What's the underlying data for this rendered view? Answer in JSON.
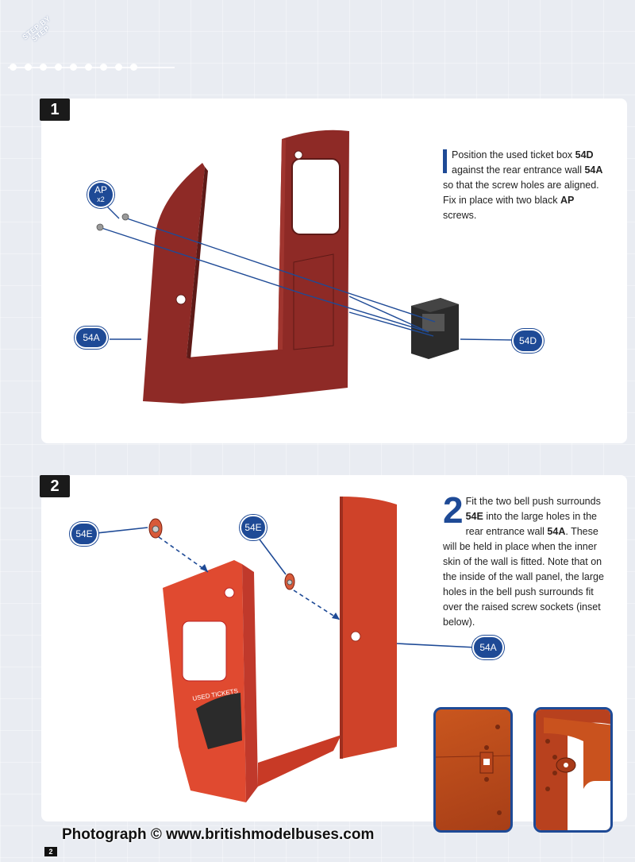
{
  "corner_badge": {
    "line1": "STEP BY",
    "line2": "STEP"
  },
  "step1": {
    "number": "1",
    "text_parts": {
      "p1": "Position the used ticket box ",
      "b1": "54D",
      "p2": " against the rear entrance wall ",
      "b2": "54A",
      "p3": " so that the screw holes are aligned. Fix in place with two black ",
      "b3": "AP",
      "p4": " screws."
    },
    "labels": {
      "screws": "AP",
      "screws_qty": "x2",
      "wall": "54A",
      "box": "54D"
    }
  },
  "step2": {
    "number": "2",
    "text_parts": {
      "p1": "Fit the two bell push surrounds ",
      "b1": "54E",
      "p2": " into the large holes in the rear entrance wall ",
      "b2": "54A",
      "p3": ". These will be held in place when the inner skin of the wall is fitted. Note that on the inside of the wall panel, the large holes in the bell push surrounds fit over the raised screw sockets (inset below)."
    },
    "labels": {
      "surround_left": "54E",
      "surround_right": "54E",
      "wall": "54A"
    },
    "panel_sign_text": "USED TICKETS"
  },
  "footer": {
    "photo_credit": "Photograph © www.britishmodelbuses.com",
    "page_number": "2"
  },
  "colors": {
    "accent": "#1e4a96",
    "wall_dark": "#8e2a26",
    "wall_bright": "#e04a30",
    "box": "#2b2b2b"
  }
}
